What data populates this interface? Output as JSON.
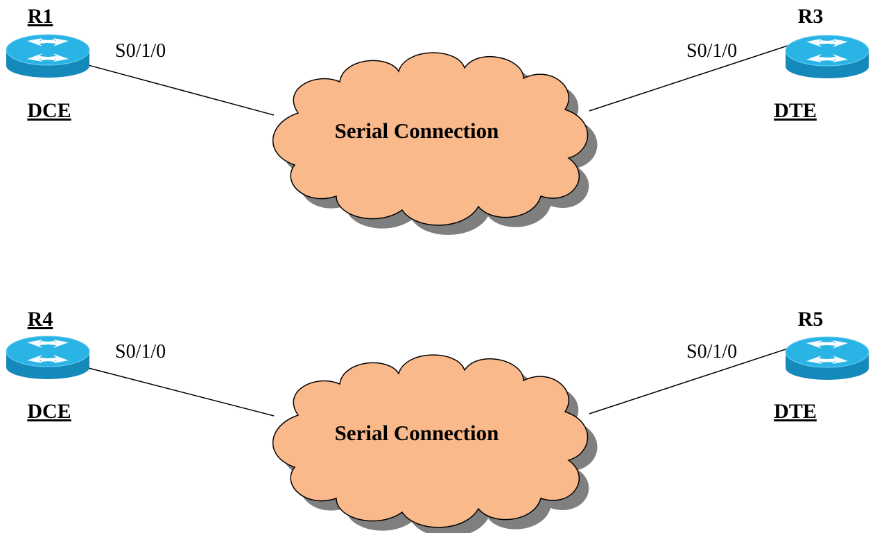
{
  "links": [
    {
      "left_router": {
        "name": "R1",
        "role": "DCE"
      },
      "left_interface": "S0/1/0",
      "right_router": {
        "name": "R3",
        "role": "DTE"
      },
      "right_interface": "S0/1/0",
      "cloud_label": "Serial Connection"
    },
    {
      "left_router": {
        "name": "R4",
        "role": "DCE"
      },
      "left_interface": "S0/1/0",
      "right_router": {
        "name": "R5",
        "role": "DTE"
      },
      "right_interface": "S0/1/0",
      "cloud_label": "Serial Connection"
    }
  ],
  "colors": {
    "cloud_fill": "#f9b98a",
    "cloud_shadow": "#7f7f7f",
    "router_top": "#2ab4e6",
    "router_side": "#1589b9",
    "router_arrows": "#ffffff"
  },
  "icons": [
    "router-icon",
    "cloud-icon"
  ]
}
